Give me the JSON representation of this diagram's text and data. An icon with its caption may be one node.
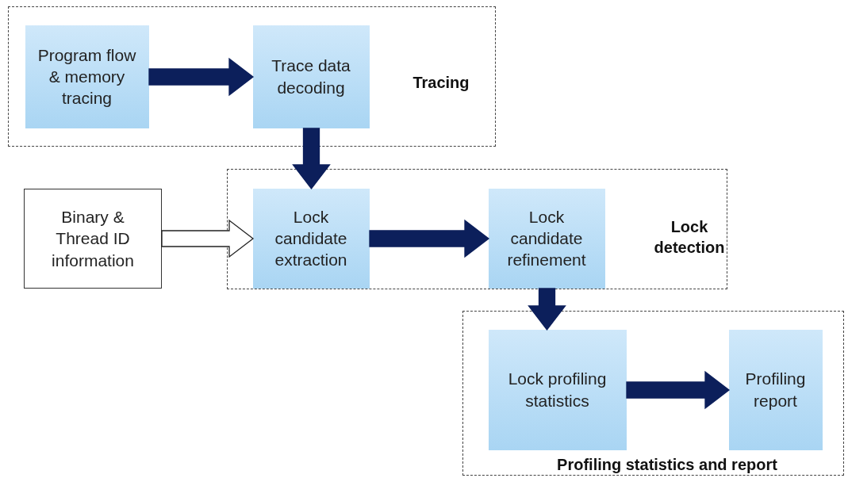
{
  "diagram": {
    "nodes": [
      {
        "text": [
          "Tracing"
        ]
      },
      {
        "text": [
          "Program flow & memory tracing"
        ],
        "in": 0
      },
      {
        "text": [
          "Trace data decoding"
        ],
        "in": 0
      },
      {
        "text": [
          "Lock detection"
        ]
      },
      {
        "text": [
          "Binary & Thread ID information"
        ]
      },
      {
        "text": [
          "Lock candidate extraction"
        ],
        "in": 3
      },
      {
        "text": [
          "Lock candidate refinement"
        ],
        "in": 3
      },
      {
        "text": [
          "Profiling statistics and report"
        ]
      },
      {
        "text": [
          "Lock profiling statistics"
        ],
        "in": 7
      },
      {
        "text": [
          "Profiling report"
        ],
        "in": 7
      }
    ],
    "edges": [
      {
        "from": 1,
        "to": 2,
        "arrow": "to",
        "style": "thick"
      },
      {
        "from": 2,
        "to": 5,
        "arrow": "to",
        "style": "thick"
      },
      {
        "from": 4,
        "to": 5,
        "arrow": "to",
        "style": "thick",
        "color": "#ffffff"
      },
      {
        "from": 5,
        "to": 6,
        "arrow": "to",
        "style": "thick"
      },
      {
        "from": 6,
        "to": 8,
        "arrow": "to",
        "style": "thick"
      },
      {
        "from": 8,
        "to": 9,
        "arrow": "to",
        "style": "thick"
      }
    ]
  }
}
